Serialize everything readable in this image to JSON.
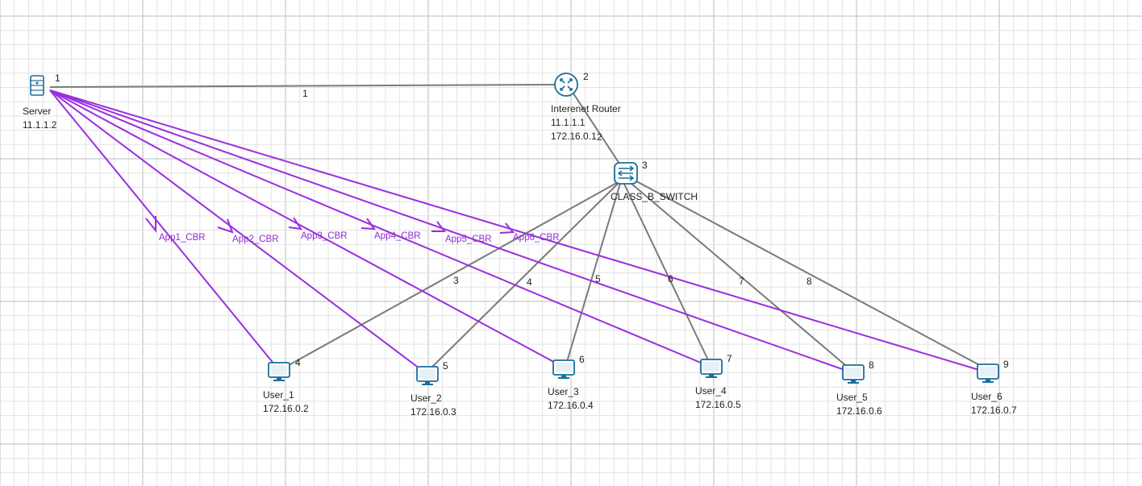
{
  "colors": {
    "grid_major": "#bdbdbd",
    "grid_minor": "#e3e3e3",
    "wire": "#7a7a7a",
    "app_flow": "#9a2ee0",
    "app_label": "#8f2bd6",
    "device": "#1b6e99",
    "device_fill": "#ffffff"
  },
  "nodes": {
    "server": {
      "id": "1",
      "name": "Server",
      "ip": "11.1.1.2",
      "icon": "server-icon"
    },
    "router": {
      "id": "2",
      "name": "Interenet Router",
      "ip1": "11.1.1.1",
      "ip2": "172.16.0.1",
      "icon": "router-icon"
    },
    "switch": {
      "id": "3",
      "name": "CLASS_B_SWITCH",
      "icon": "switch-icon"
    },
    "users": [
      {
        "id": "4",
        "name": "User_1",
        "ip": "172.16.0.2",
        "icon": "desktop-icon"
      },
      {
        "id": "5",
        "name": "User_2",
        "ip": "172.16.0.3",
        "icon": "desktop-icon"
      },
      {
        "id": "6",
        "name": "User_3",
        "ip": "172.16.0.4",
        "icon": "desktop-icon"
      },
      {
        "id": "7",
        "name": "User_4",
        "ip": "172.16.0.5",
        "icon": "desktop-icon"
      },
      {
        "id": "8",
        "name": "User_5",
        "ip": "172.16.0.6",
        "icon": "desktop-icon"
      },
      {
        "id": "9",
        "name": "User_6",
        "ip": "172.16.0.7",
        "icon": "desktop-icon"
      }
    ]
  },
  "links": [
    {
      "label": "1",
      "from": "server",
      "to": "router"
    },
    {
      "label": "2",
      "from": "router",
      "to": "switch"
    },
    {
      "label": "3",
      "from": "switch",
      "to": "users.0"
    },
    {
      "label": "4",
      "from": "switch",
      "to": "users.1"
    },
    {
      "label": "5",
      "from": "switch",
      "to": "users.2"
    },
    {
      "label": "6",
      "from": "switch",
      "to": "users.3"
    },
    {
      "label": "7",
      "from": "switch",
      "to": "users.4"
    },
    {
      "label": "8",
      "from": "switch",
      "to": "users.5"
    }
  ],
  "applications": [
    {
      "label": "App1_CBR",
      "from": "server",
      "to": "users.0"
    },
    {
      "label": "App2_CBR",
      "from": "server",
      "to": "users.1"
    },
    {
      "label": "App3_CBR",
      "from": "server",
      "to": "users.2"
    },
    {
      "label": "App4_CBR",
      "from": "server",
      "to": "users.3"
    },
    {
      "label": "App5_CBR",
      "from": "server",
      "to": "users.4"
    },
    {
      "label": "App6_CBR",
      "from": "server",
      "to": "users.5"
    }
  ]
}
